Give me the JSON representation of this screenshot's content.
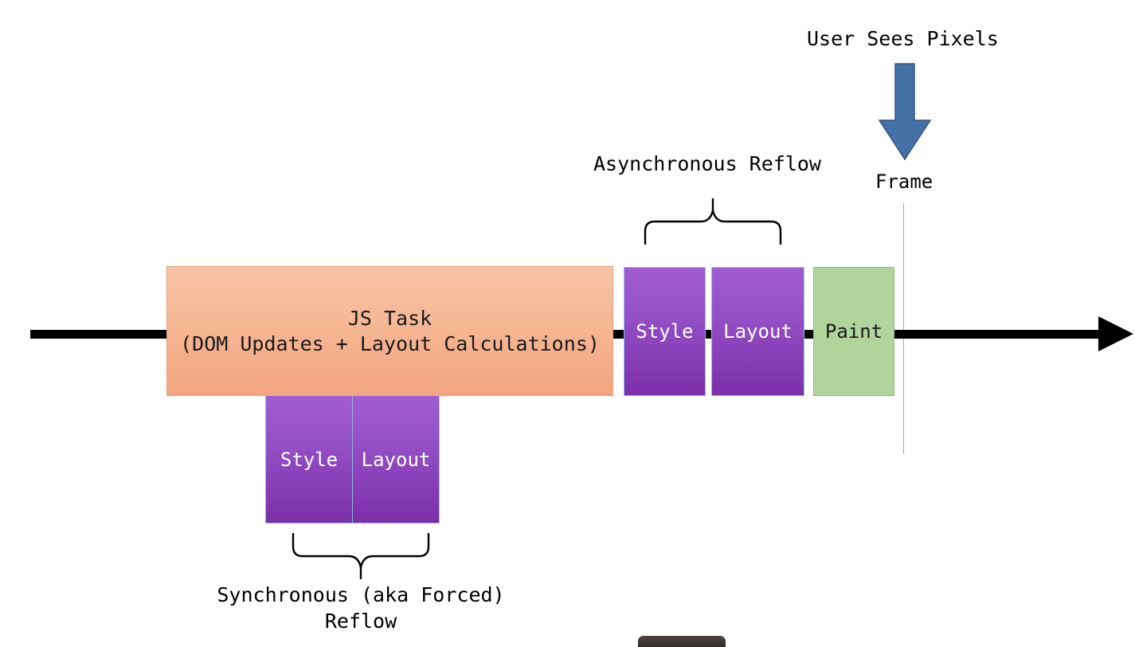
{
  "diagram": {
    "title_text_visible": false,
    "timeline": {
      "name": "browser-main-thread-timeline",
      "direction": "left-to-right"
    },
    "boxes": [
      {
        "id": "js-task",
        "line1": "JS Task",
        "line2": "(DOM Updates + Layout Calculations)",
        "color": "#f2a480",
        "text_color": "#1a1a1a"
      },
      {
        "id": "style-async",
        "label": "Style",
        "color": "#8b43bb",
        "text_color": "#ffffff"
      },
      {
        "id": "layout-async",
        "label": "Layout",
        "color": "#8b43bb",
        "text_color": "#ffffff"
      },
      {
        "id": "paint",
        "label": "Paint",
        "color": "#b0d59c",
        "text_color": "#1a1a1a"
      }
    ],
    "sync_boxes": [
      {
        "id": "style-sync",
        "label": "Style",
        "color": "#8b43bb",
        "text_color": "#ffffff"
      },
      {
        "id": "layout-sync",
        "label": "Layout",
        "color": "#8b43bb",
        "text_color": "#ffffff"
      }
    ],
    "annotations": {
      "async_reflow": "Asynchronous Reflow",
      "sync_reflow": "Synchronous (aka Forced) Reflow",
      "user_sees_pixels": "User Sees Pixels",
      "frame": "Frame"
    },
    "colors": {
      "arrow_blue": "#4472a8",
      "arrow_blue_border": "#35537e",
      "frame_line_green": "#8fbf7a",
      "timeline_black": "#000000",
      "background": "#ffffff"
    },
    "icons": {
      "down_arrow": "down-arrow-icon",
      "timeline_arrow": "right-arrow-icon",
      "brace_up": "curly-brace-up-icon",
      "brace_down": "curly-brace-down-icon"
    }
  }
}
